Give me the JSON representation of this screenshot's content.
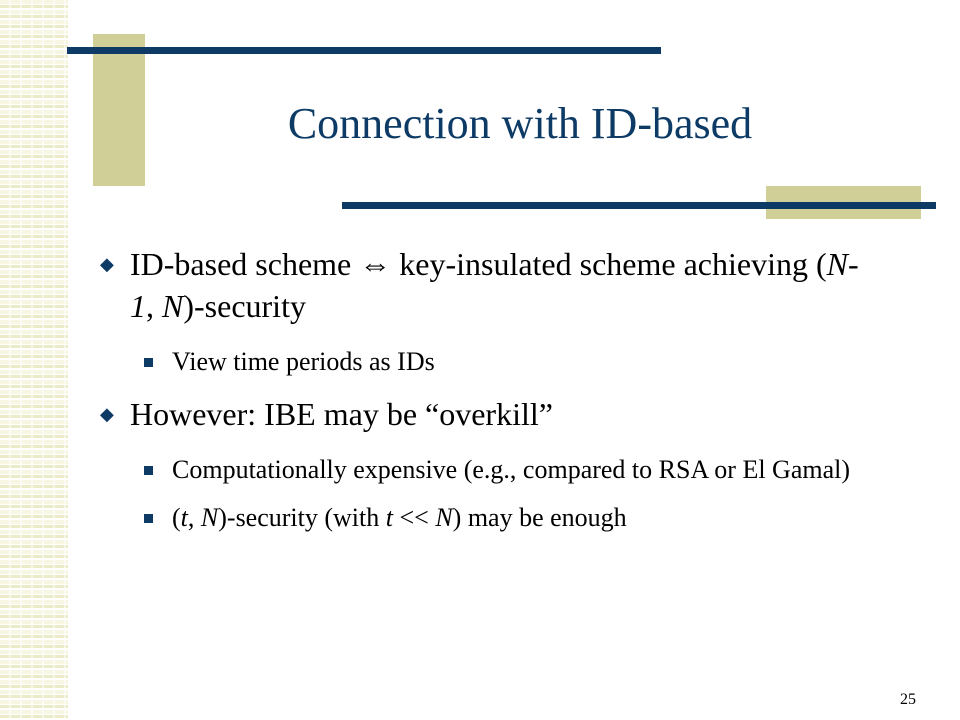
{
  "slide": {
    "title": "Connection with ID-based",
    "page_number": "25",
    "bullets": [
      {
        "level": 1,
        "parts": [
          {
            "text": "ID-based scheme ",
            "italic": false
          },
          {
            "text": "⇔",
            "italic": false
          },
          {
            "text": " key-insulated scheme achieving (",
            "italic": false
          },
          {
            "text": "N-1",
            "italic": true
          },
          {
            "text": ", ",
            "italic": false
          },
          {
            "text": "N",
            "italic": true
          },
          {
            "text": ")-security",
            "italic": false
          }
        ]
      },
      {
        "level": 2,
        "parts": [
          {
            "text": "View time periods as IDs",
            "italic": false
          }
        ]
      },
      {
        "level": 1,
        "parts": [
          {
            "text": "However: IBE may be “overkill”",
            "italic": false
          }
        ]
      },
      {
        "level": 2,
        "parts": [
          {
            "text": "Computationally expensive (e.g., compared to RSA or El Gamal)",
            "italic": false
          }
        ]
      },
      {
        "level": 2,
        "parts": [
          {
            "text": "(",
            "italic": false
          },
          {
            "text": "t",
            "italic": true
          },
          {
            "text": ", ",
            "italic": false
          },
          {
            "text": "N",
            "italic": true
          },
          {
            "text": ")-security (with ",
            "italic": false
          },
          {
            "text": "t",
            "italic": true
          },
          {
            "text": " << ",
            "italic": false
          },
          {
            "text": "N",
            "italic": true
          },
          {
            "text": ") may be enough",
            "italic": false
          }
        ]
      }
    ]
  },
  "colors": {
    "title": "#0d3b66",
    "accent_line": "#0d3b66",
    "accent_block": "#d0cf98"
  },
  "icons": {
    "level1_marker": "diamond-bullet-icon",
    "level2_marker": "square-bullet-icon"
  }
}
